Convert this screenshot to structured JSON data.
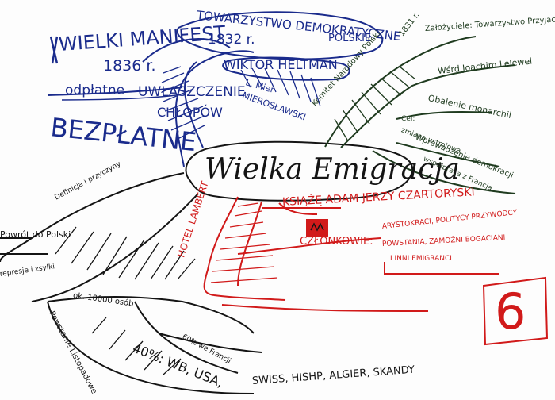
{
  "central_topic": "Wielka Emigracja",
  "blue_branch": {
    "tdp_line1": "TOWARZYSTWO DEMOKRATYCZNE",
    "tdp_line2": "POLSKIE",
    "tdp_year": "1832 r.",
    "manifest": "WIELKI MANIFEST",
    "manifest_year": "1836 r.",
    "uwlaszczenie": "UWŁASZCZENIE",
    "chlopow": "CHŁOPÓW",
    "bezplatne": "BEZPŁATNE",
    "struck_word": "odpłatne",
    "wiktor": "WIKTOR HELTMAN",
    "mierosl_line1": "L. Mier",
    "mierosl_line2": "MIEROSŁAWSKI"
  },
  "green_branch": {
    "komitet": "Komitet Narodowy Polski",
    "komitet_year": "1831 r.",
    "zalozyciele": "Założyciele: Towarzystwo Przyjaciół",
    "lelewel": "Wśrd Joachim Lelewel",
    "obalenie": "Obalenie monarchii",
    "wprowadzenie": "Wprowadzenie demokracji",
    "cel1": "Cel:",
    "cel2": "zmiana ustrojowa",
    "cel3": "współpraca z Francją"
  },
  "red_branch": {
    "hotel": "HOTEL LAMBERT",
    "ksiaze": "KSIĄŻĘ ADAM JERZY CZARTORYSKI",
    "czlonkowie": "CZŁONKOWIE:",
    "members_line1": "ARYSTOKRACI, POLITYCY PRZYWÓDCY",
    "members_line2": "POWSTANIA, ZAMOŻNI BOGACIANI",
    "members_line3": "I INNI EMIGRANCI",
    "number": "6"
  },
  "black_branch": {
    "definicja": "Definicja i przyczyny",
    "powrot": "Powrót do Polski",
    "represje": "represje i zsyłki",
    "ok10000": "ok. 10000 osób",
    "powstanie": "Powstanie Listopadowe",
    "procent60": "60% we Francji",
    "procent40": "40%: WB, USA,",
    "countries": "SWISS, HISHP, ALGIER, SKANDY"
  },
  "colors": {
    "blue": "#1a2b8c",
    "green": "#1f3b1f",
    "red": "#d11a1a",
    "black": "#141414"
  }
}
